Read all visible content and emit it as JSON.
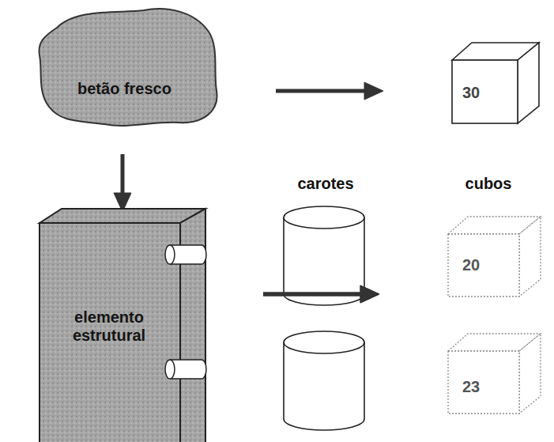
{
  "diagram": {
    "nodes": [
      {
        "text": [
          "betão fresco"
        ]
      },
      {
        "text": [
          "30"
        ]
      },
      {
        "text": [
          "elemento estrutural"
        ]
      },
      {
        "text": [
          "20"
        ]
      },
      {
        "text": [
          "23"
        ]
      }
    ],
    "edges": [
      {
        "from": 0,
        "to": 1,
        "arrow": "to"
      },
      {
        "from": 0,
        "to": 2,
        "arrow": "to"
      },
      {
        "from": 2,
        "to": 3,
        "arrow": "to"
      },
      {
        "from": 2,
        "to": 4,
        "arrow": "to"
      }
    ],
    "labels": [
      "carotes",
      "cubos"
    ]
  }
}
